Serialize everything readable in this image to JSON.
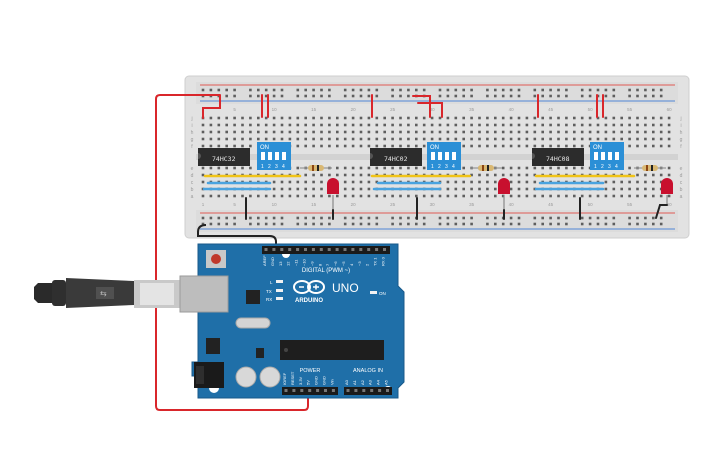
{
  "breadboard": {
    "row_letters": [
      "a",
      "b",
      "c",
      "d",
      "e",
      "f",
      "g",
      "h",
      "i",
      "j"
    ],
    "column_numbers": [
      "1",
      "5",
      "10",
      "15",
      "20",
      "25",
      "30",
      "35",
      "40",
      "45",
      "50",
      "55",
      "60"
    ]
  },
  "chips": [
    {
      "label": "74HC32"
    },
    {
      "label": "74HC02"
    },
    {
      "label": "74HC08"
    }
  ],
  "dip_switches": [
    {
      "on_label": "ON",
      "numbers": [
        "1",
        "2",
        "3",
        "4"
      ]
    },
    {
      "on_label": "ON",
      "numbers": [
        "1",
        "2",
        "3",
        "4"
      ]
    },
    {
      "on_label": "ON",
      "numbers": [
        "1",
        "2",
        "3",
        "4"
      ]
    }
  ],
  "arduino": {
    "brand": "ARDUINO",
    "model": "UNO",
    "digital_label": "DIGITAL (PWM ~)",
    "analog_label": "ANALOG IN",
    "power_label": "POWER",
    "on_label": "ON",
    "led_labels": [
      "L",
      "TX",
      "RX"
    ],
    "digital_pins": [
      "AREF",
      "GND",
      "13",
      "12",
      "~11",
      "~10",
      "~9",
      "8",
      "7",
      "~6",
      "~5",
      "4",
      "~3",
      "2",
      "TX 1",
      "RX 0"
    ],
    "power_pins": [
      "IOREF",
      "RESET",
      "3.3V",
      "5V",
      "GND",
      "GND",
      "Vin"
    ],
    "analog_pins": [
      "A0",
      "A1",
      "A2",
      "A3",
      "A4",
      "A5"
    ]
  },
  "colors": {
    "board_blue": "#1f6fa8",
    "wire_red": "#d9262b",
    "wire_black": "#222222",
    "switch_blue": "#2b8fd6",
    "led_red": "#c8102e",
    "rail_red": "#e0403a",
    "rail_blue": "#3a7bd5"
  }
}
